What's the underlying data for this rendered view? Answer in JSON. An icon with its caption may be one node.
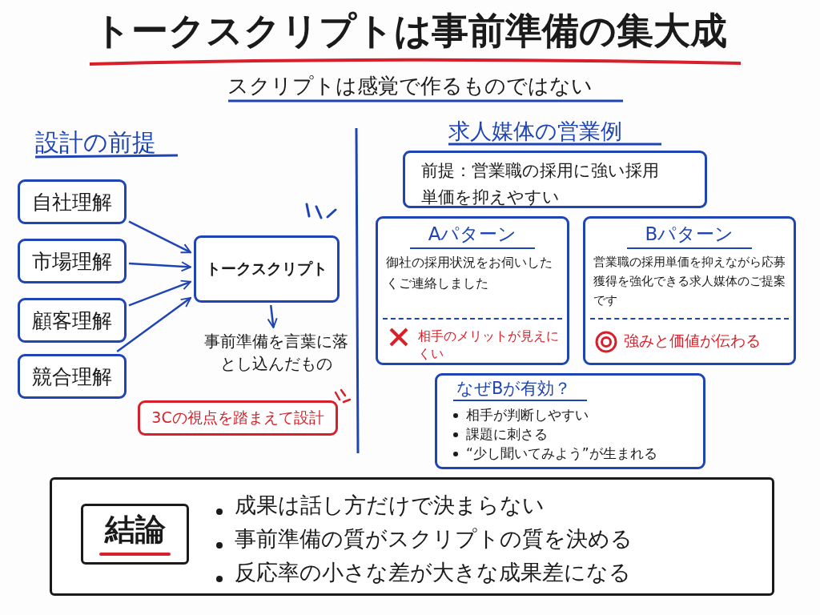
{
  "diagram": {
    "title": "トークスクリプトは事前準備の集大成",
    "nodes": [
      {
        "text": [
          "自社理解"
        ]
      },
      {
        "text": [
          "市場理解"
        ]
      },
      {
        "text": [
          "顧客理解"
        ]
      },
      {
        "text": [
          "競合理解"
        ]
      },
      {
        "text": [
          "トークスクリプト"
        ]
      },
      {
        "text": [
          "事前準備を言葉に落とし込んだもの"
        ]
      },
      {
        "text": [
          "3Cの視点を踏まえて設計"
        ]
      },
      {
        "text": [
          "前提：営業職の採用に強い採用単価を抑えやすい"
        ]
      },
      {
        "text": [
          "Aパターン",
          "御社の採用状況をお伺いしたくご連絡しました",
          "相手のメリットが見えにくい"
        ]
      },
      {
        "text": [
          "Bパターン",
          "営業職の採用単価を抑えながら応募獲得を強化できる求人媒体のご提案です",
          "強みと価値が伝わる"
        ]
      },
      {
        "text": [
          "なぜBが有効？",
          "相手が判断しやすい",
          "課題に刺さる",
          "“少し聞いてみよう”が生まれる"
        ]
      },
      {
        "text": [
          "成果は話し方だけで決まらない",
          "事前準備の質がスクリプトの質を決める",
          "反応率の小さな差が大きな成果差になる"
        ]
      },
      {
        "text": [
          "結論"
        ],
        "in": 11
      }
    ],
    "edges": [
      {
        "from": 0,
        "to": 4,
        "arrow": "to"
      },
      {
        "from": 1,
        "to": 4,
        "arrow": "to"
      },
      {
        "from": 2,
        "to": 4,
        "arrow": "to"
      },
      {
        "from": 3,
        "to": 4,
        "arrow": "to"
      },
      {
        "from": 4,
        "to": 5,
        "arrow": "to"
      }
    ],
    "labels": [
      "スクリプトは感覚で作るものではない",
      "設計の前提",
      "求人媒体の営業例"
    ]
  }
}
